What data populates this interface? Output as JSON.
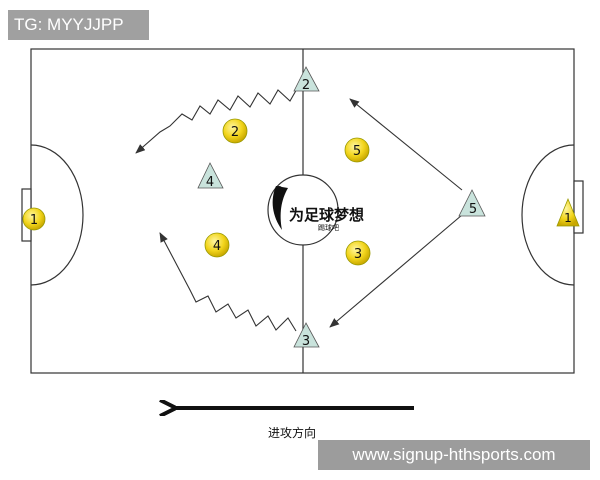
{
  "tag": {
    "text": "TG: MYYJJPP"
  },
  "watermark": {
    "text": "www.signup-hthsports.com"
  },
  "direction": {
    "label": "进攻方向"
  },
  "logo": {
    "text": "为足球梦想",
    "small_text": "踢球吧"
  },
  "players": [
    {
      "id": "yellow-keeper-left",
      "shape": "circle",
      "team": "yellow",
      "number": "1"
    },
    {
      "id": "yellow-2",
      "shape": "circle",
      "team": "yellow",
      "number": "2"
    },
    {
      "id": "yellow-4",
      "shape": "circle",
      "team": "yellow",
      "number": "4"
    },
    {
      "id": "yellow-5",
      "shape": "circle",
      "team": "yellow",
      "number": "5"
    },
    {
      "id": "yellow-3",
      "shape": "circle",
      "team": "yellow",
      "number": "3"
    },
    {
      "id": "yellow-keeper-right",
      "shape": "triangle",
      "team": "yellow",
      "number": "1"
    },
    {
      "id": "teal-2",
      "shape": "triangle",
      "team": "teal",
      "number": "2"
    },
    {
      "id": "teal-4",
      "shape": "triangle",
      "team": "teal",
      "number": "4"
    },
    {
      "id": "teal-5",
      "shape": "triangle",
      "team": "teal",
      "number": "5"
    },
    {
      "id": "teal-3",
      "shape": "triangle",
      "team": "teal",
      "number": "3"
    }
  ],
  "colors": {
    "yellow": "#f2d51c",
    "teal": "#c9e3dc",
    "line": "#333333",
    "tag_bg": "#a0a0a0",
    "watermark_bg": "#9c9c9c"
  }
}
